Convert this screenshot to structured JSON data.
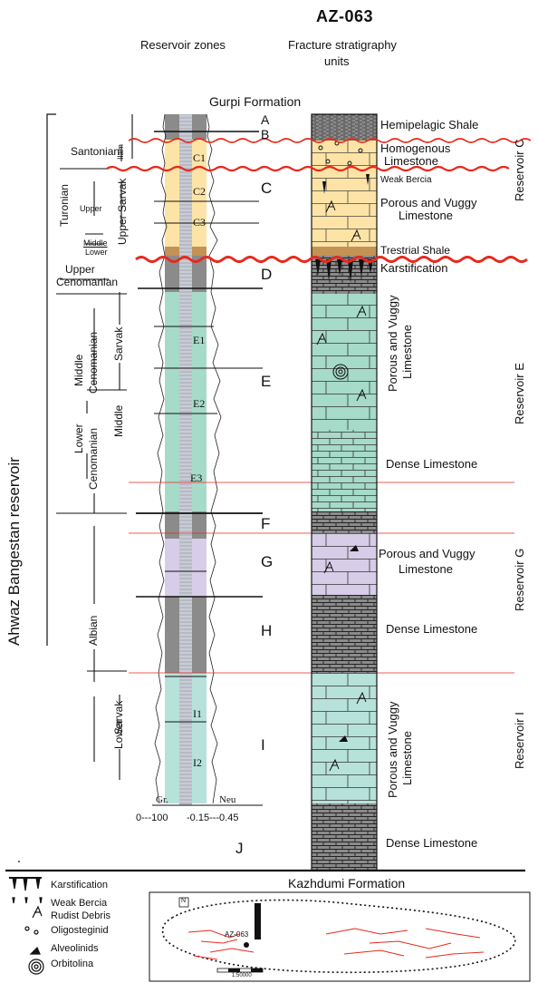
{
  "header": {
    "well_name": "AZ-063",
    "reservoir_zones": "Reservoir zones",
    "fracture_strat_line1": "Fracture stratigraphy",
    "fracture_strat_line2": "units",
    "top_formation": "Gurpi Formation",
    "bottom_formation": "Kazhdumi Formation"
  },
  "left_axis": {
    "main_label": "Ahwaz Bangestan reservoir"
  },
  "stratigraphy": {
    "santonian": "Santonian",
    "ilam": "Ilam",
    "turonian": "Turonian",
    "upper": "Upper",
    "upper_sarvak": "Upper Sarvak",
    "middle_small": "Middle",
    "lower_small": "Lower",
    "upper_cenomanian_1": "Upper",
    "upper_cenomanian_2": "Cenomanian",
    "middle_cenomanian_1": "Middle",
    "middle_cenomanian_2": "Cenomanian",
    "sarvak_mid": "Sarvak",
    "middle_mid": "Middle",
    "lower_cenomanian_1": "Lower",
    "lower_cenomanian_2": "Cenomanian",
    "albian": "Albian",
    "lower_sarvak_1": "Lower",
    "lower_sarvak_2": "Sarvak"
  },
  "zones": [
    "A",
    "B",
    "C",
    "D",
    "E",
    "F",
    "G",
    "H",
    "I",
    "J"
  ],
  "subzones": [
    "C1",
    "C2",
    "C3",
    "E1",
    "E2",
    "E3",
    "I1",
    "I2"
  ],
  "log_axis": {
    "gr_label": "Gr.",
    "neu_label": "Neu",
    "gr_scale": "0---100",
    "neu_scale": "-0.15---0.45"
  },
  "lithology": {
    "hemipelagic_shale": "Hemipelagic Shale",
    "homogenous_1": "Homogenous",
    "homogenous_2": "Limestone",
    "weak_bercia": "Weak Bercia",
    "porous_vuggy_c_1": "Porous and Vuggy",
    "porous_vuggy_c_2": "Limestone",
    "trestrial_shale": "Trestrial Shale",
    "karstification": "Karstification",
    "porous_vuggy_e_1": "Porous and Vuggy",
    "porous_vuggy_e_2": "Limestone",
    "dense_limestone_e": "Dense Limestone",
    "porous_vuggy_g_1": "Porous and Vuggy",
    "porous_vuggy_g_2": "Limestone",
    "dense_limestone_h": "Dense Limestone",
    "porous_vuggy_i_1": "Porous and Vuggy",
    "porous_vuggy_i_2": "Limestone",
    "dense_limestone_j": "Dense Limestone"
  },
  "reservoirs": {
    "c": "Reservoir C",
    "e": "Reservoir E",
    "g": "Reservoir G",
    "i": "Reservoir I"
  },
  "legend": {
    "karstification": "Karstification",
    "weak_bercia": "Weak Bercia",
    "rudist_debris": "Rudist Debris",
    "oligosteginid": "Oligosteginid",
    "alveolinids": "Alveolinids",
    "orbitolina": "Orbitolina"
  },
  "map": {
    "well_label": "AZ-063",
    "scale_label": "1:50000",
    "north_symbol": "N"
  },
  "colors": {
    "zone_c": "#fde4a6",
    "zone_e": "#a6dac9",
    "zone_g": "#d7cde8",
    "zone_i": "#b6e2da",
    "shale": "#8b8b8b",
    "unconformity": "#e8291c",
    "fault": "#e8291c"
  }
}
